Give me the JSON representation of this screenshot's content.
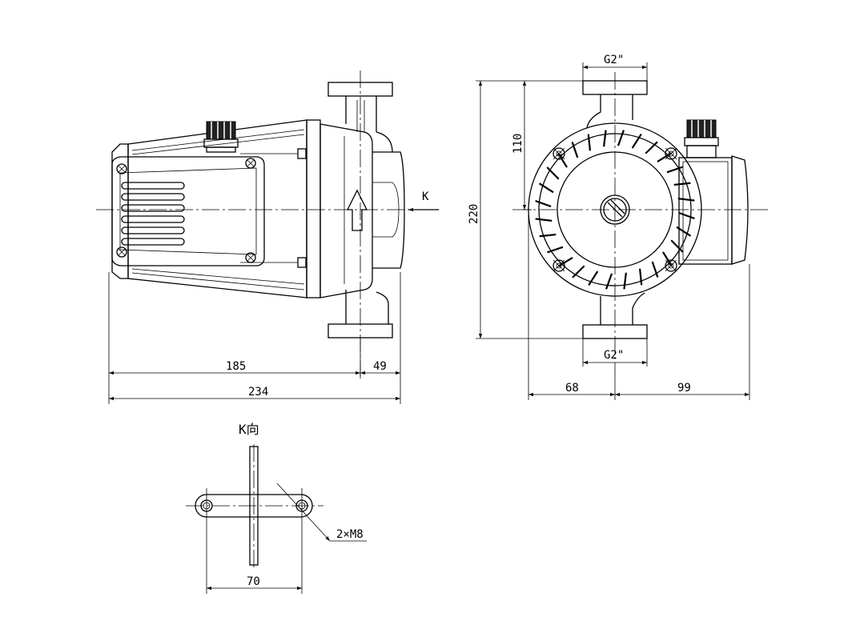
{
  "side_view": {
    "dim_total": "234",
    "dim_body": "185",
    "dim_flange": "49",
    "view_arrow_label": "K"
  },
  "front_view": {
    "port_top": "G2\"",
    "port_bottom": "G2\"",
    "dim_height": "220",
    "dim_half_height": "110",
    "dim_left": "68",
    "dim_right": "99"
  },
  "k_view": {
    "title": "K向",
    "bolt_spec": "2×M8",
    "dim_bolt_spacing": "70"
  }
}
